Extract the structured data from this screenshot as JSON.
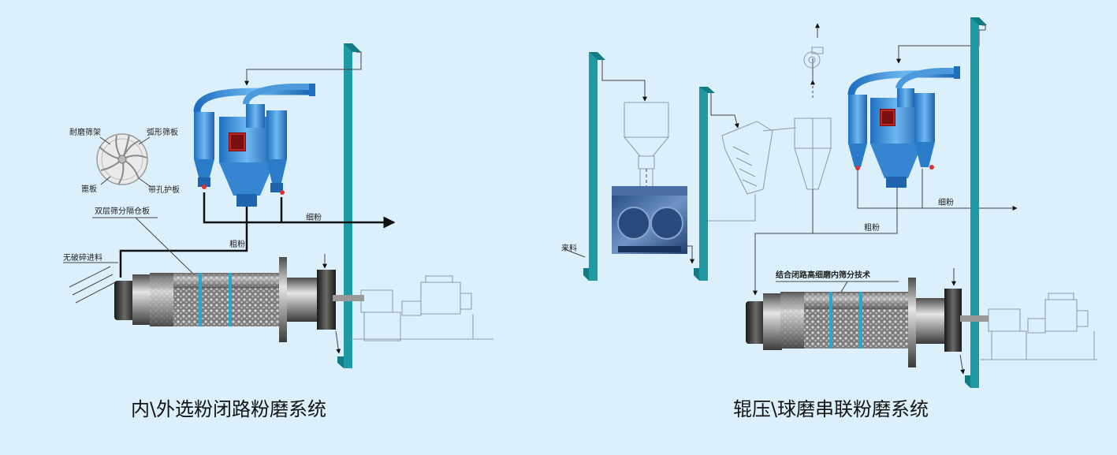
{
  "left_diagram": {
    "title": "内\\外选粉闭路粉磨系统",
    "labels": {
      "wear_screen_frame": "耐磨筛架",
      "arc_screen": "弧形筛板",
      "grate_plate": "篦板",
      "perforated_guard": "带孔护板",
      "double_partition": "双层筛分隔仓板",
      "fine_powder": "细粉",
      "coarse_powder": "粗粉",
      "feed": "无破碎进料"
    }
  },
  "right_diagram": {
    "title": "辊压\\球磨串联粉磨系统",
    "labels": {
      "incoming": "来料",
      "fine_powder": "细粉",
      "coarse_powder": "粗粉",
      "technology": "结合闭路高细磨内筛分技术"
    }
  },
  "colors": {
    "background": "#dcf0fb",
    "elevator": "#1f9aa4",
    "separator_blue": "#3d8fd6",
    "mill_grey": "#8c8c8c"
  }
}
